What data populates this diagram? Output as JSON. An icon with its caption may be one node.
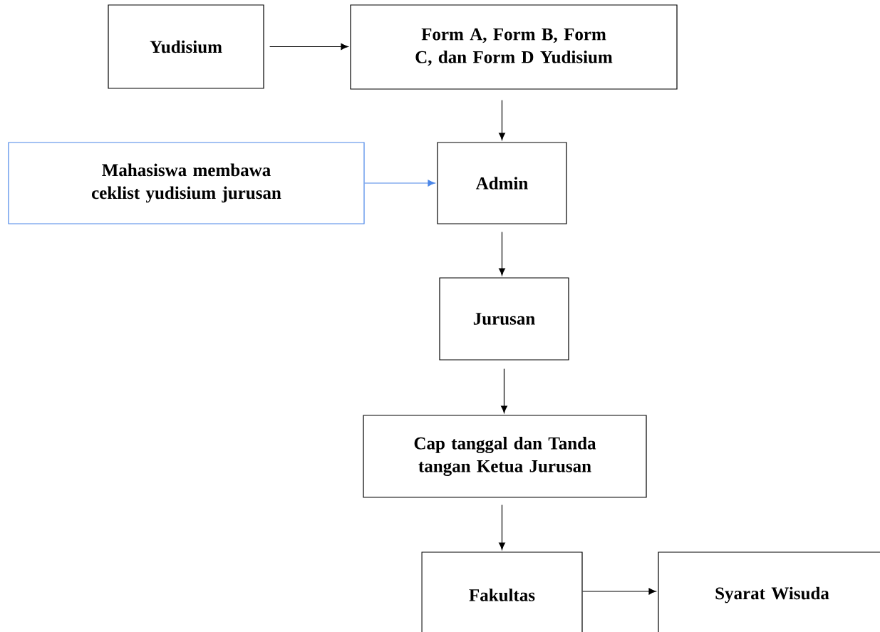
{
  "diagram": {
    "nodes": [
      {
        "text": [
          "Yudisium"
        ]
      },
      {
        "text": [
          "Form A, Form B,  Form C, dan Form D Yudisium"
        ]
      },
      {
        "text": [
          "Mahasiswa membawa ceklist yudisium jurusan"
        ]
      },
      {
        "text": [
          "Admin"
        ]
      },
      {
        "text": [
          "Jurusan"
        ]
      },
      {
        "text": [
          "Cap tanggal dan Tanda tangan Ketua Jurusan"
        ]
      },
      {
        "text": [
          "Fakultas"
        ]
      },
      {
        "text": [
          "Syarat Wisuda"
        ]
      }
    ],
    "edges": [
      {
        "from": 0,
        "to": 1,
        "arrow": "to"
      },
      {
        "from": 1,
        "to": 3,
        "arrow": "to"
      },
      {
        "from": 2,
        "to": 3,
        "arrow": "to",
        "color": "#4a86e8"
      },
      {
        "from": 3,
        "to": 4,
        "arrow": "to"
      },
      {
        "from": 4,
        "to": 5,
        "arrow": "to"
      },
      {
        "from": 5,
        "to": 6,
        "arrow": "to"
      },
      {
        "from": 6,
        "to": 7,
        "arrow": "to"
      }
    ]
  }
}
